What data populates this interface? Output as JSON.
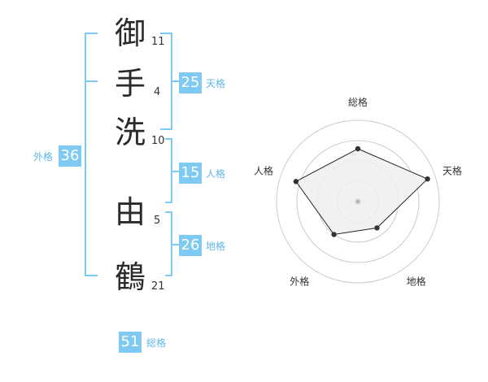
{
  "name": {
    "characters": [
      {
        "char": "御",
        "strokes": "11"
      },
      {
        "char": "手",
        "strokes": "4"
      },
      {
        "char": "洗",
        "strokes": "10"
      },
      {
        "char": "由",
        "strokes": "5"
      },
      {
        "char": "鶴",
        "strokes": "21"
      }
    ]
  },
  "kakusu": {
    "tenkaku": {
      "value": "25",
      "label": "天格"
    },
    "jinkaku": {
      "value": "15",
      "label": "人格"
    },
    "chikaku": {
      "value": "26",
      "label": "地格"
    },
    "gaikaku": {
      "value": "36",
      "label": "外格"
    },
    "soukaku": {
      "value": "51",
      "label": "総格"
    }
  },
  "colors": {
    "accent": "#7fcaf2",
    "accent_text": "#5fb6e8",
    "radar_fill": "#efefef",
    "radar_ring": "#cccccc"
  },
  "radar": {
    "labels": [
      "総格",
      "天格",
      "地格",
      "外格",
      "人格"
    ],
    "values": [
      0.65,
      0.9,
      0.4,
      0.5,
      0.8
    ]
  }
}
